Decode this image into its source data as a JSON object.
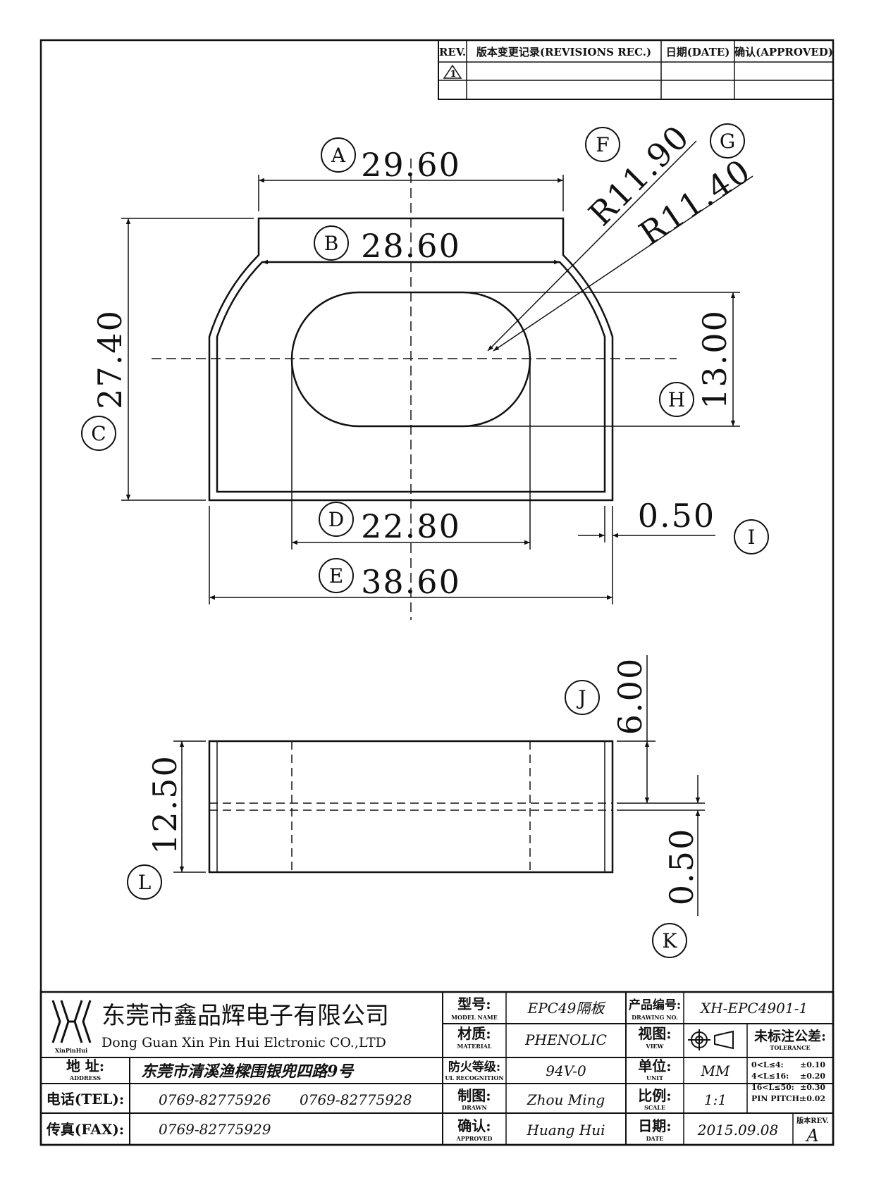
{
  "revision_table": {
    "rev_header": "REV.",
    "records_header": "版本变更记录(REVISIONS REC.)",
    "date_header": "日期(DATE)",
    "approved_header": "确认(APPROVED)",
    "rev_mark": "1"
  },
  "dimensions": {
    "A": {
      "marker": "A",
      "value": "29.60"
    },
    "B": {
      "marker": "B",
      "value": "28.60"
    },
    "C": {
      "marker": "C",
      "value": "27.40"
    },
    "D": {
      "marker": "D",
      "value": "22.80"
    },
    "E": {
      "marker": "E",
      "value": "38.60"
    },
    "F": {
      "marker": "F",
      "value": "R11.90"
    },
    "G": {
      "marker": "G",
      "value": "R11.40"
    },
    "H": {
      "marker": "H",
      "value": "13.00"
    },
    "I": {
      "marker": "I",
      "value": "0.50"
    },
    "J": {
      "marker": "J",
      "value": "6.00"
    },
    "K": {
      "marker": "K",
      "value": "0.50"
    },
    "L": {
      "marker": "L",
      "value": "12.50"
    }
  },
  "title_block": {
    "logo_text": "XinPinHui",
    "company_cn": "东莞市鑫品辉电子有限公司",
    "company_en": "Dong Guan Xin Pin Hui Elctronic CO.,LTD",
    "address_label": "地 址:",
    "address_sub": "ADDRESS",
    "address_value": "东莞市清溪渔樑围银兜四路9号",
    "tel_label": "电话(TEL):",
    "tel_1": "0769-82775926",
    "tel_2": "0769-82775928",
    "fax_label": "传真(FAX):",
    "fax_value": "0769-82775929",
    "model_label": "型号:",
    "model_sub": "MODEL NAME",
    "model_value": "EPC49隔板",
    "material_label": "材质:",
    "material_sub": "MATERIAL",
    "material_value": "PHENOLIC",
    "fire_label": "防火等级:",
    "fire_sub": "UL RECOGNITION",
    "fire_value": "94V-0",
    "drawn_label": "制图:",
    "drawn_sub": "DRAWN",
    "drawn_value": "Zhou Ming",
    "approved_label": "确认:",
    "approved_sub": "APPROVED",
    "approved_value": "Huang Hui",
    "drawing_no_label": "产品编号:",
    "drawing_no_sub": "DRAWING NO.",
    "drawing_no_value": "XH-EPC4901-1",
    "view_label": "视图:",
    "view_sub": "VIEW",
    "unit_label": "单位:",
    "unit_sub": "UNIT",
    "unit_value": "MM",
    "scale_label": "比例:",
    "scale_sub": "SCALE",
    "scale_value": "1:1",
    "date_label": "日期:",
    "date_sub": "DATE",
    "date_value": "2015.09.08",
    "tolerance_label": "未标注公差:",
    "tolerance_sub": "TOLERANCE",
    "tolerances": [
      {
        "range": "0<L≤4:",
        "value": "±0.10"
      },
      {
        "range": "4<L≤16:",
        "value": "±0.20"
      },
      {
        "range": "16<L≤50:",
        "value": "±0.30"
      },
      {
        "range": "PIN PITCH:",
        "value": "±0.02"
      }
    ],
    "rev_label": "版本REV.",
    "rev_value": "A"
  }
}
